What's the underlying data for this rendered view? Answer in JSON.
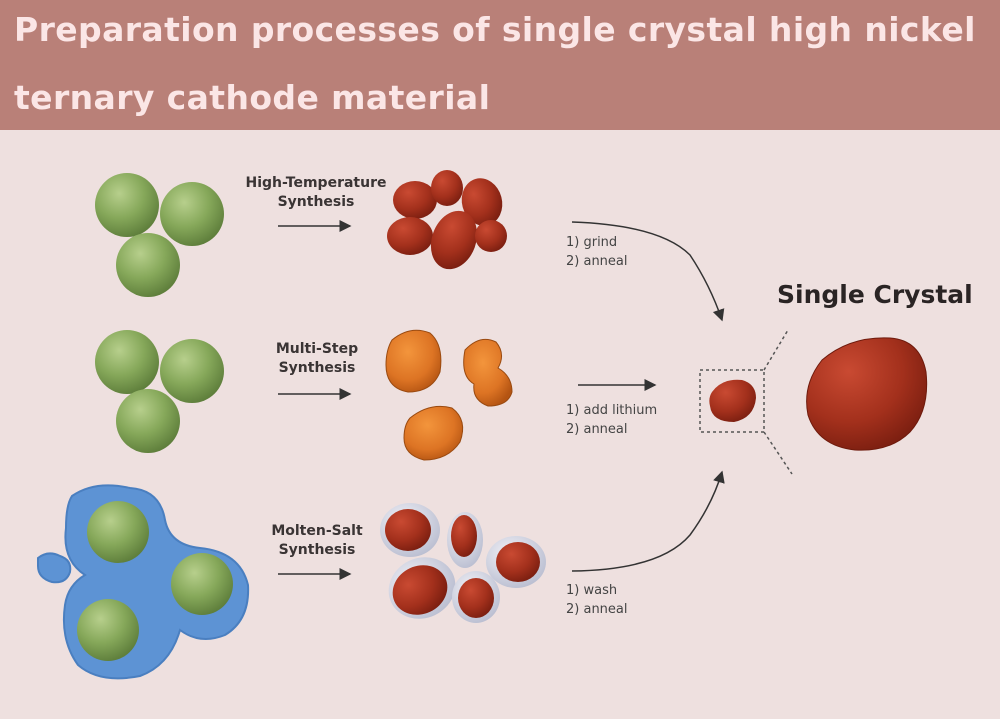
{
  "title": {
    "line1": "Preparation processes of single crystal high nickel",
    "line2": "ternary cathode material"
  },
  "routes": [
    {
      "method_line1": "High-Temperature",
      "method_line2": "Synthesis",
      "steps": [
        "1)  grind",
        "2)  anneal"
      ],
      "precursor": "green spherical particles",
      "product": "agglomerated red polycrystals"
    },
    {
      "method_line1": "Multi-Step",
      "method_line2": "Synthesis",
      "steps": [
        "1)  add lithium",
        "2)  anneal"
      ],
      "precursor": "green spherical particles",
      "product": "orange intermediate particles"
    },
    {
      "method_line1": "Molten-Salt",
      "method_line2": "Synthesis",
      "steps": [
        "1)  wash",
        "2)  anneal"
      ],
      "precursor": "green particles in blue molten salt",
      "product": "red crystals coated with salt"
    }
  ],
  "result": {
    "label": "Single Crystal"
  },
  "colors": {
    "banner": "#b98078",
    "banner_text": "#fbe6e6",
    "background": "#eee0df",
    "precursor_green": "#8aab5c",
    "crystal_red": "#a8321f",
    "intermediate_orange": "#e07a2a",
    "molten_salt_blue": "#5d93d4",
    "salt_shell": "#d9dce8"
  }
}
